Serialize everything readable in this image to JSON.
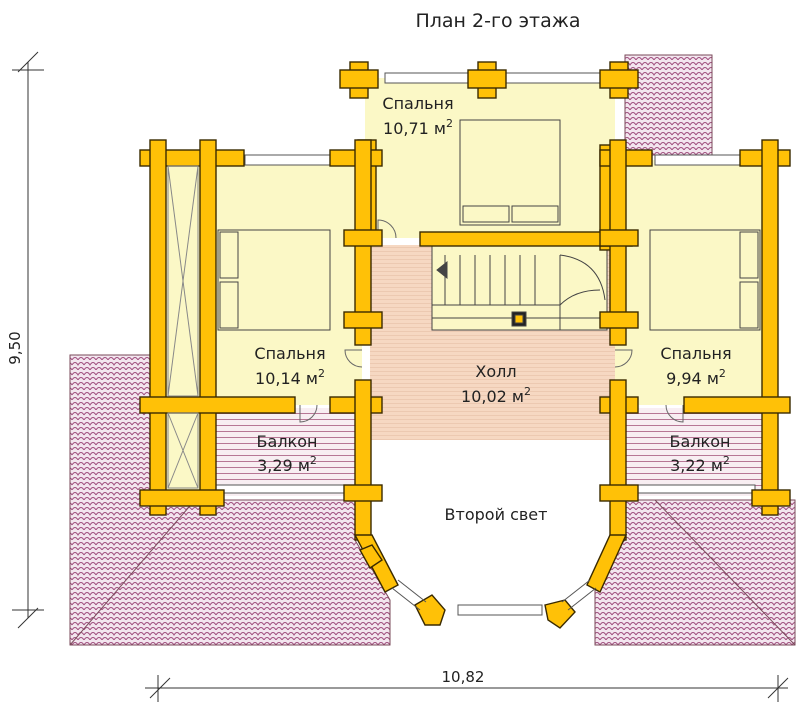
{
  "title": "План 2-го этажа",
  "dimensions": {
    "height": "9,50",
    "width": "10,82"
  },
  "rooms": {
    "bedroom_top": {
      "name": "Спальня",
      "area_value": "10,71 м",
      "area_sup": "2"
    },
    "bedroom_left": {
      "name": "Спальня",
      "area_value": "10,14 м",
      "area_sup": "2"
    },
    "bedroom_right": {
      "name": "Спальня",
      "area_value": "9,94 м",
      "area_sup": "2"
    },
    "hall": {
      "name": "Холл",
      "area_value": "10,02 м",
      "area_sup": "2"
    },
    "balcony_left": {
      "name": "Балкон",
      "area_value": "3,29 м",
      "area_sup": "2"
    },
    "balcony_right": {
      "name": "Балкон",
      "area_value": "3,22 м",
      "area_sup": "2"
    },
    "second_light": {
      "name": "Второй свет"
    }
  },
  "colors": {
    "bedroom_fill": "#fbf8c6",
    "hall_fill": "#f6d8c2",
    "log_wall": "#ffc107",
    "roof_tile": "#c98ab0",
    "outline": "#3a2a00"
  }
}
